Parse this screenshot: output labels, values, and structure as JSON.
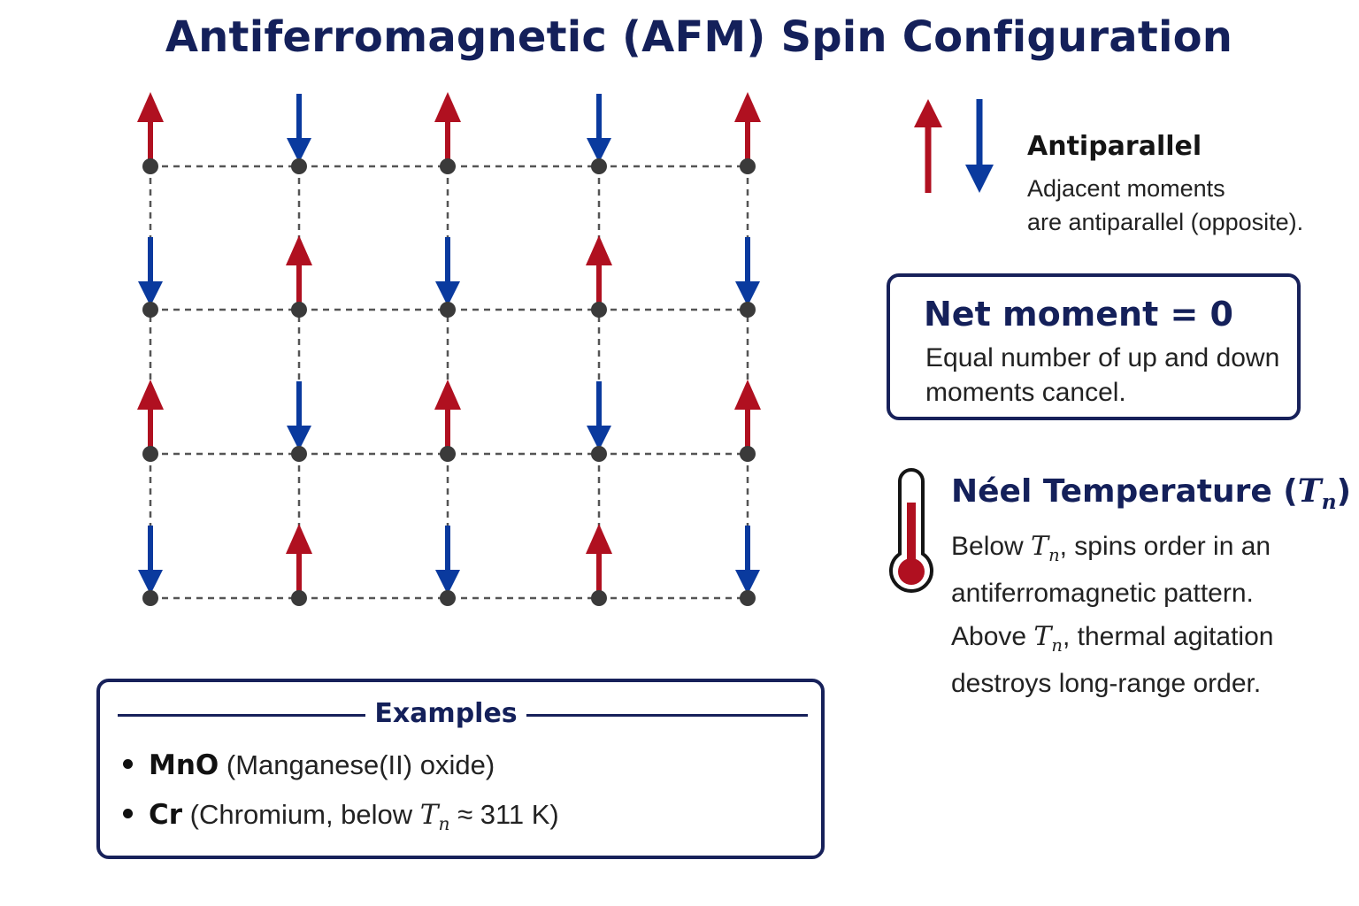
{
  "title": "Antiferromagnetic (AFM) Spin Configuration",
  "colors": {
    "up": "#b01020",
    "down": "#0a3a9e",
    "node": "#3a3a3a",
    "navy": "#14205a"
  },
  "lattice": {
    "rows": [
      [
        "up",
        "down",
        "up",
        "down",
        "up"
      ],
      [
        "down",
        "up",
        "down",
        "up",
        "down"
      ],
      [
        "up",
        "down",
        "up",
        "down",
        "up"
      ],
      [
        "down",
        "up",
        "down",
        "up",
        "down"
      ]
    ]
  },
  "legend": {
    "antiparallel_title": "Antiparallel",
    "antiparallel_line1": "Adjacent moments",
    "antiparallel_line2": "are antiparallel (opposite)."
  },
  "net_moment": {
    "title": "Net moment = 0",
    "description": "Equal number of up and down moments cancel."
  },
  "neel": {
    "title_prefix": "Néel Temperature (",
    "symbol": "T",
    "subscript": "n",
    "title_suffix": ")",
    "below_prefix": "Below ",
    "below_suffix": ", spins order in an antiferromagnetic pattern.",
    "above_prefix": "Above ",
    "above_suffix": ", thermal agitation destroys long-range order."
  },
  "examples": {
    "title": "Examples",
    "item1_name": "MnO",
    "item1_desc": "(Manganese(II) oxide)",
    "item2_name": "Cr",
    "item2_desc_prefix": "(Chromium, below ",
    "item2_desc_suffix": " ≈ 311 K)"
  }
}
